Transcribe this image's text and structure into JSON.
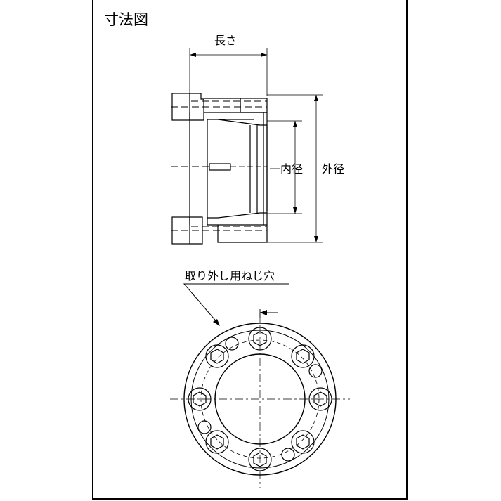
{
  "title": "寸法図",
  "labels": {
    "length": "長さ",
    "inner_diameter": "内径",
    "outer_diameter": "外径",
    "removal_holes": "取り外し用ねじ穴"
  }
}
